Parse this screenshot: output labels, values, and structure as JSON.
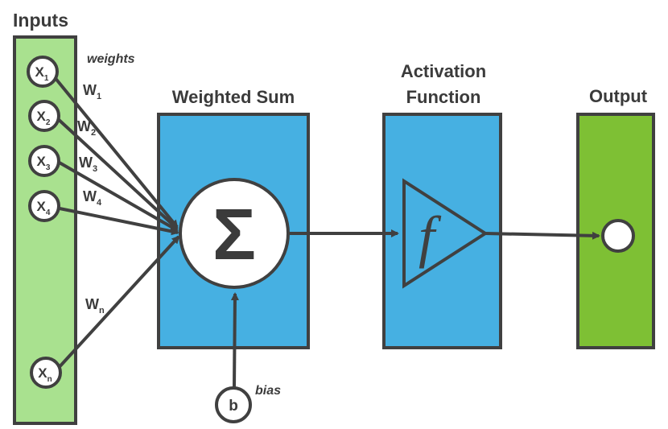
{
  "titles": {
    "inputs": "Inputs",
    "weighted_sum": "Weighted Sum",
    "activation_line1": "Activation",
    "activation_line2": "Function",
    "output": "Output"
  },
  "weights_label": "weights",
  "bias_label": "bias",
  "bias_node": "b",
  "sum_symbol": "Σ",
  "activation_symbol": "f",
  "inputs": [
    {
      "base": "X",
      "sub": "1"
    },
    {
      "base": "X",
      "sub": "2"
    },
    {
      "base": "X",
      "sub": "3"
    },
    {
      "base": "X",
      "sub": "4"
    },
    {
      "base": "X",
      "sub": "n"
    }
  ],
  "weights": [
    {
      "base": "W",
      "sub": "1"
    },
    {
      "base": "W",
      "sub": "2"
    },
    {
      "base": "W",
      "sub": "3"
    },
    {
      "base": "W",
      "sub": "4"
    },
    {
      "base": "W",
      "sub": "n"
    }
  ],
  "colors": {
    "input_panel": "#a9e18f",
    "blue_panel": "#46b0e2",
    "output_panel": "#7ec034",
    "stroke": "#404040"
  }
}
